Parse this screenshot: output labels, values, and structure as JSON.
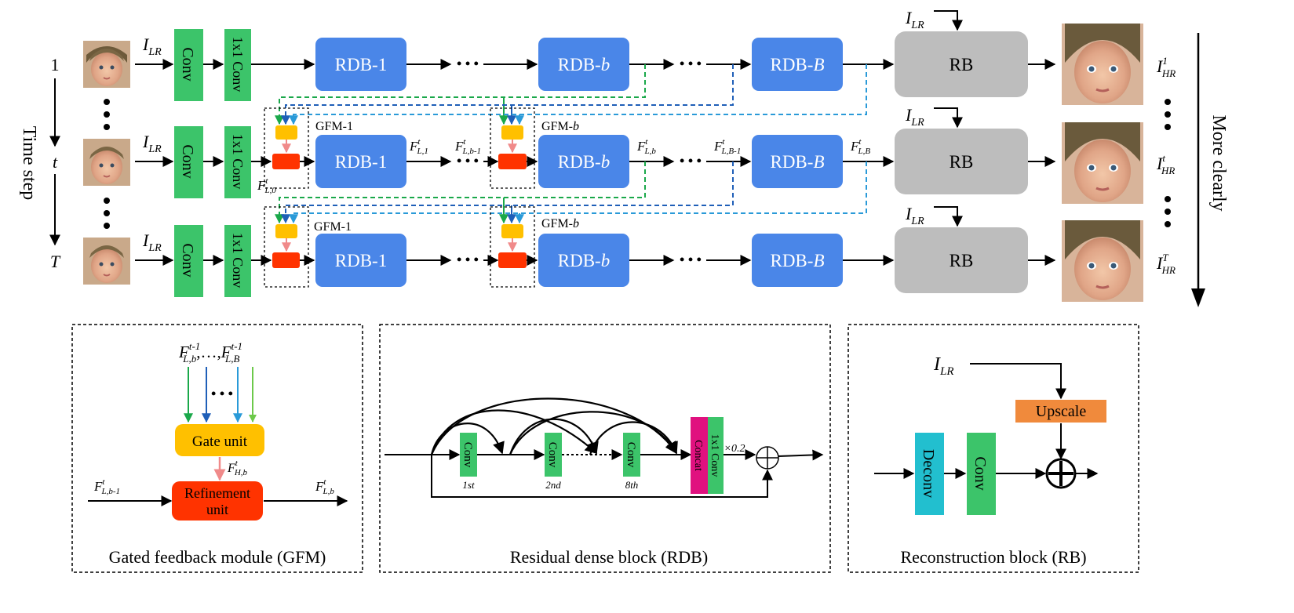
{
  "colors": {
    "conv": "#3cc46a",
    "rdb": "#4a86e8",
    "rb": "#bdbdbd",
    "gate": "#ffc000",
    "refine": "#ff3300",
    "deconv": "#22bfcf",
    "upscale": "#f08a3c",
    "concat": "#e0117f",
    "green_line": "#1aa84a",
    "blue_line": "#1f5fb8",
    "cyan_line": "#2a9ad8",
    "pink_arrow": "#f08a8a"
  },
  "top": {
    "time_axis": {
      "label": "Time step",
      "labels": {
        "one": "1",
        "t": "t",
        "T": "T"
      }
    },
    "quality_axis": {
      "label": "More clearly"
    },
    "input_label": {
      "base": "I",
      "sub": "LR"
    },
    "conv_label": "Conv",
    "conv1x1_label": "1x1 Conv",
    "rdb_labels": {
      "first": "RDB-1",
      "mid_prefix": "RDB-",
      "mid_var": "b",
      "last_prefix": "RDB-",
      "last_var": "B"
    },
    "rb_label": "RB",
    "ellipsis": "• • •",
    "gfm_labels": {
      "first": "GFM-1",
      "mid_prefix": "GFM-",
      "mid_var": "b"
    },
    "output_labels": [
      {
        "base": "I",
        "sup": "1",
        "sub": "HR"
      },
      {
        "base": "I",
        "sup": "t",
        "sub": "HR"
      },
      {
        "base": "I",
        "sup": "T",
        "sub": "HR"
      }
    ],
    "feature_labels": {
      "f_l0": {
        "base": "F",
        "sup": "t",
        "sub": "L,0"
      },
      "f_l1": {
        "base": "F",
        "sup": "t",
        "sub": "L,1"
      },
      "f_lbm1": {
        "base": "F",
        "sup": "t",
        "sub": "L,b-1"
      },
      "f_lb": {
        "base": "F",
        "sup": "t",
        "sub": "L,b"
      },
      "f_lBm1": {
        "base": "F",
        "sup": "t",
        "sub": "L,B-1"
      },
      "f_lB": {
        "base": "F",
        "sup": "t",
        "sub": "L,B"
      }
    }
  },
  "gfm_panel": {
    "caption": "Gated feedback module (GFM)",
    "inputs_label": {
      "base": "F",
      "sup": "t-1",
      "sub1": "L,b",
      "mid": ",…,",
      "sub2": "L,B"
    },
    "gate_label": "Gate unit",
    "refine_label_line1": "Refinement",
    "refine_label_line2": "unit",
    "fh_label": {
      "base": "F",
      "sup": "t",
      "sub": "H,b"
    },
    "in_label": {
      "base": "F",
      "sup": "t",
      "sub": "L,b-1"
    },
    "out_label": {
      "base": "F",
      "sup": "t",
      "sub": "L,b"
    },
    "ellipsis": "• • •"
  },
  "rdb_panel": {
    "caption": "Residual dense block (RDB)",
    "conv_label": "Conv",
    "conv_captions": [
      "1st",
      "2nd",
      "8th"
    ],
    "concat_label": "Concat",
    "conv1x1_label": "1x1 Conv",
    "scale_label": "×0.2"
  },
  "rb_panel": {
    "caption": "Reconstruction block (RB)",
    "input_label": {
      "base": "I",
      "sub": "LR"
    },
    "deconv_label": "Deconv",
    "conv_label": "Conv",
    "upscale_label": "Upscale"
  }
}
